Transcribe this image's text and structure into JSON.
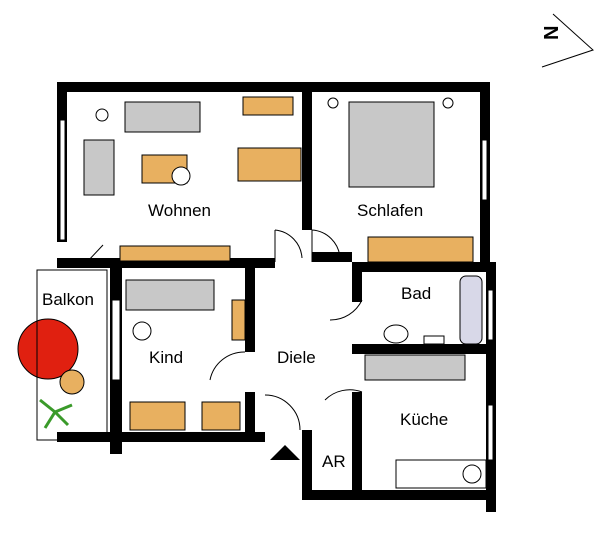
{
  "north_arrow": {
    "label": "N"
  },
  "rooms": {
    "wohnen": "Wohnen",
    "schlafen": "Schlafen",
    "balkon": "Balkon",
    "bad": "Bad",
    "kind": "Kind",
    "diele": "Diele",
    "kueche": "Küche",
    "ar": "AR"
  },
  "colors": {
    "wall": "#000000",
    "furniture_wood": "#e8b060",
    "furniture_grey": "#c8c8c8",
    "umbrella": "#e02010",
    "plant": "#3a9a2a"
  }
}
